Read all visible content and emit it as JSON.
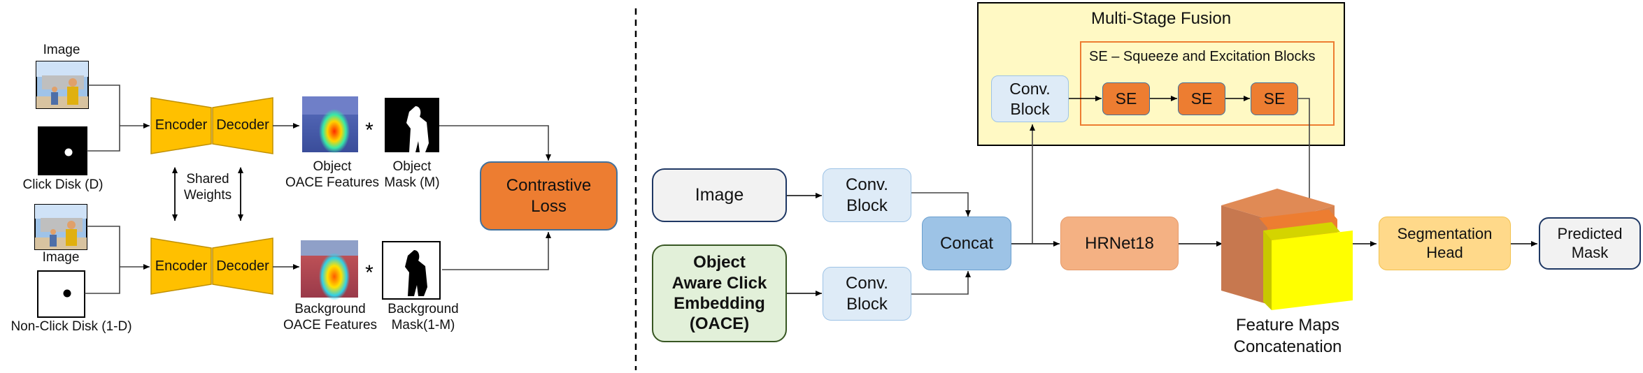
{
  "left": {
    "image_label": "Image",
    "click_disk_label": "Click Disk (D)",
    "image_label_2": "Image",
    "non_click_disk_label": "Non-Click Disk (1-D)",
    "encoder": "Encoder",
    "decoder": "Decoder",
    "encoder_2": "Encoder",
    "decoder_2": "Decoder",
    "shared_weights_line1": "Shared",
    "shared_weights_line2": "Weights",
    "object_features_line1": "Object",
    "object_features_line2": "OACE Features",
    "object_mask_line1": "Object",
    "object_mask_line2": "Mask (M)",
    "background_features_line1": "Background",
    "background_features_line2": "OACE Features",
    "background_mask_line1": "Background",
    "background_mask_line2": "Mask(1-M)",
    "multiply_symbol": "*",
    "contrastive_loss_line1": "Contrastive",
    "contrastive_loss_line2": "Loss"
  },
  "right": {
    "image_box": "Image",
    "oace_line1": "Object",
    "oace_line2": "Aware Click",
    "oace_line3": "Embedding",
    "oace_line4": "(OACE)",
    "conv_block_top_line1": "Conv.",
    "conv_block_top_line2": "Block",
    "conv_block_bottom_line1": "Conv.",
    "conv_block_bottom_line2": "Block",
    "concat": "Concat",
    "hrnet": "HRNet18",
    "msf_title": "Multi-Stage Fusion",
    "msf_conv_line1": "Conv.",
    "msf_conv_line2": "Block",
    "se_title": "SE – Squeeze and Excitation Blocks",
    "se_1": "SE",
    "se_2": "SE",
    "se_3": "SE",
    "feature_maps_line1": "Feature Maps",
    "feature_maps_line2": "Concatenation",
    "seg_head_line1": "Segmentation",
    "seg_head_line2": "Head",
    "predicted_line1": "Predicted",
    "predicted_line2": "Mask"
  },
  "colors": {
    "encoder_fill": "#FFC000",
    "loss_fill": "#ED7D31",
    "se_fill": "#ED7D31",
    "conv_fill": "#DEEBF7",
    "concat_fill": "#9DC3E6",
    "hrnet_fill": "#F4B183",
    "msf_fill": "#FFF9C4",
    "seg_head_fill": "#FFD98A",
    "oace_fill": "#E2F0D9",
    "grey_fill": "#F2F2F2",
    "feature_yellow": "#FFFF00"
  }
}
